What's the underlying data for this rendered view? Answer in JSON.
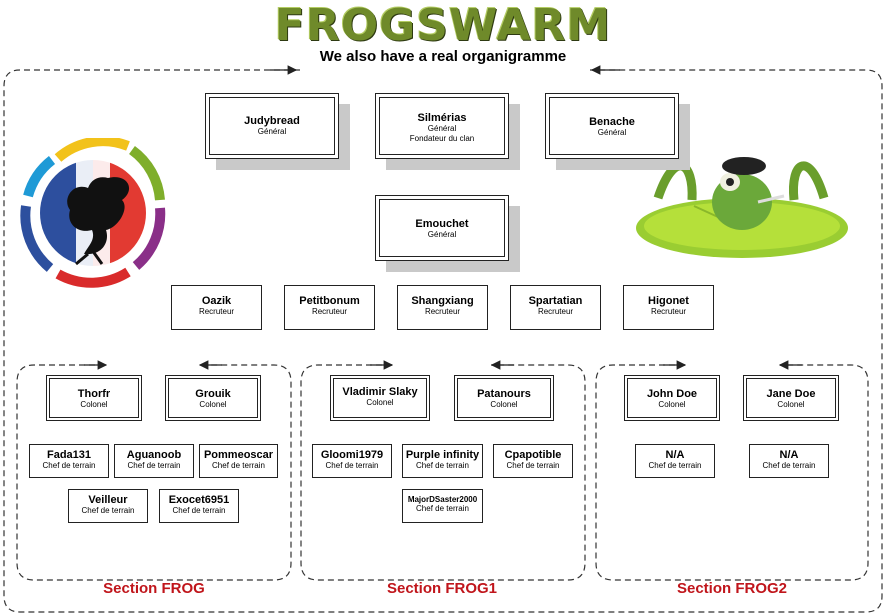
{
  "header": {
    "title": "FROGSWARM",
    "subtitle": "We also have a real organigramme"
  },
  "top": {
    "judybread": {
      "name": "Judybread",
      "role": "Général"
    },
    "silmerias": {
      "name": "Silmérias",
      "role": "Général",
      "role2": "Fondateur du clan"
    },
    "benache": {
      "name": "Benache",
      "role": "Général"
    },
    "emouchet": {
      "name": "Emouchet",
      "role": "Général"
    }
  },
  "recruiters": [
    {
      "name": "Oazik",
      "role": "Recruteur"
    },
    {
      "name": "Petitbonum",
      "role": "Recruteur"
    },
    {
      "name": "Shangxiang",
      "role": "Recruteur"
    },
    {
      "name": "Spartatian",
      "role": "Recruteur"
    },
    {
      "name": "Higonet",
      "role": "Recruteur"
    }
  ],
  "sections": {
    "frog": {
      "label": "Section FROG",
      "colonels": [
        {
          "name": "Thorfr",
          "role": "Colonel"
        },
        {
          "name": "Grouik",
          "role": "Colonel"
        }
      ],
      "chefs": [
        {
          "name": "Fada131",
          "role": "Chef de terrain"
        },
        {
          "name": "Aguanoob",
          "role": "Chef de terrain"
        },
        {
          "name": "Pommeoscar",
          "role": "Chef de terrain"
        },
        {
          "name": "Veilleur",
          "role": "Chef de terrain"
        },
        {
          "name": "Exocet6951",
          "role": "Chef de terrain"
        }
      ]
    },
    "frog1": {
      "label": "Section FROG1",
      "colonels": [
        {
          "name": "Vladimir Slaky",
          "role": "Colonel"
        },
        {
          "name": "Patanours",
          "role": "Colonel"
        }
      ],
      "chefs": [
        {
          "name": "Gloomi1979",
          "role": "Chef de terrain"
        },
        {
          "name": "Purple infinity",
          "role": "Chef de terrain"
        },
        {
          "name": "Cpapotible",
          "role": "Chef de terrain"
        },
        {
          "name": "MajorDSaster2000",
          "role": "Chef de terrain"
        }
      ]
    },
    "frog2": {
      "label": "Section FROG2",
      "colonels": [
        {
          "name": "John Doe",
          "role": "Colonel"
        },
        {
          "name": "Jane Doe",
          "role": "Colonel"
        }
      ],
      "chefs": [
        {
          "name": "N/A",
          "role": "Chef de terrain"
        },
        {
          "name": "N/A",
          "role": "Chef de terrain"
        }
      ]
    }
  },
  "colors": {
    "title_green": "#6f8a2a",
    "section_red": "#c0151b",
    "shadow_gray": "#c9c9c9"
  }
}
